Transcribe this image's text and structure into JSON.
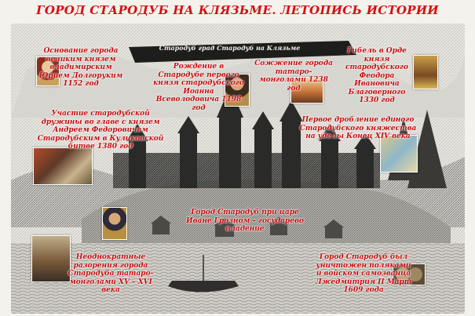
{
  "page": {
    "title": "ГОРОД СТАРОДУБ НА КЛЯЗЬМЕ. ЛЕТОПИСЬ ИСТОРИИ",
    "banner": "Стародуб град Стародуб на Клязьме"
  },
  "captions": {
    "c1152": "Основание города великим князем владимирским Юрием Долгоруким 1152 год",
    "c1198": "Рождение в Стародубе первого князя стародубского Иоанна Всеволодовича 1198 год",
    "c1238": "Сожжение города татаро-монголами 1238 год",
    "c1330": "Гибель в Орде князя стародубского Феодора Ивановича Благоверного 1330 год",
    "c1380": "Участие стародубской дружины во главе с князем Андреем Федоровичем Стародубским в Куликовской битве 1380 год",
    "c14": "Первое дробление единого Стародубского княжества на уделы Конец XIV века",
    "cgrozny": "Город Стародуб при царе Иване Грозном – государево владение",
    "craids": "Неоднократные разорения города Стародуба татаро-монголами XV – XVI века",
    "c1609": "Город Стародуб был уничтожен поляками и войском самозванца Лжедмитрия II Март 1609 года"
  },
  "colors": {
    "title": "#d40f12",
    "caption": "#c40d10",
    "paper": "#f4f2ec"
  }
}
